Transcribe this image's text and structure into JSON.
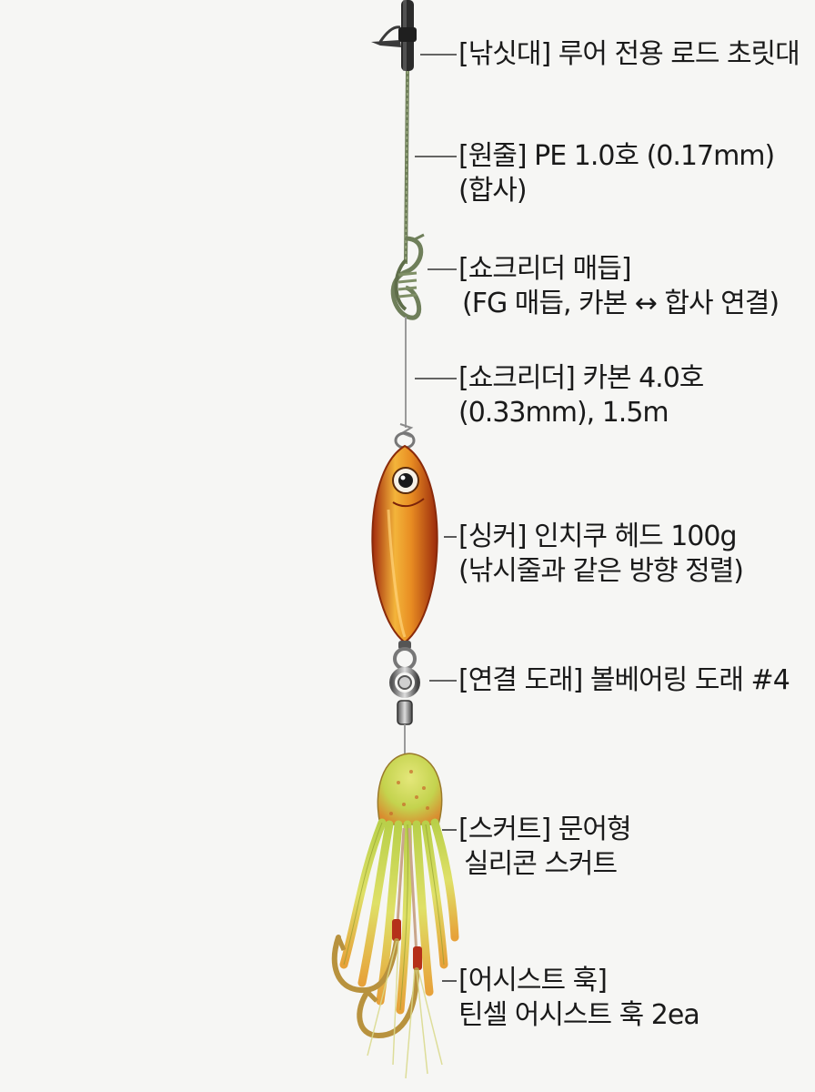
{
  "labels": {
    "rod": {
      "line1": "[낚싯대] 루어 전용 로드 초릿대",
      "line2": ""
    },
    "main": {
      "line1": "[원줄] PE 1.0호 (0.17mm)",
      "line2": "(합사)"
    },
    "knot": {
      "line1": "[쇼크리더 매듭]",
      "line2": "(FG 매듭, 카본 ↔ 합사 연결)"
    },
    "leader": {
      "line1": "[쇼크리더] 카본 4.0호",
      "line2": "(0.33mm), 1.5m"
    },
    "sinker": {
      "line1": "[싱커] 인치쿠 헤드 100g",
      "line2": "(낚시줄과 같은 방향 정렬)"
    },
    "swivel": {
      "line1": "[연결 도래] 볼베어링 도래 #4",
      "line2": ""
    },
    "skirt": {
      "line1": "[스커트] 문어형",
      "line2": "실리콘 스커트"
    },
    "hook": {
      "line1": "[어시스트 훅]",
      "line2": "틴셀 어시스트 훅 2ea"
    }
  },
  "colors": {
    "background": "#f6f6f4",
    "rod": "#2b2b2b",
    "pe_line": "#6f7f5a",
    "leader_line": "#9a9a9a",
    "sinker_light": "#f3b43a",
    "sinker_dark": "#b5300f",
    "skirt_light": "#d8e25a",
    "skirt_dark": "#c46a22",
    "hook": "#b8923e"
  }
}
